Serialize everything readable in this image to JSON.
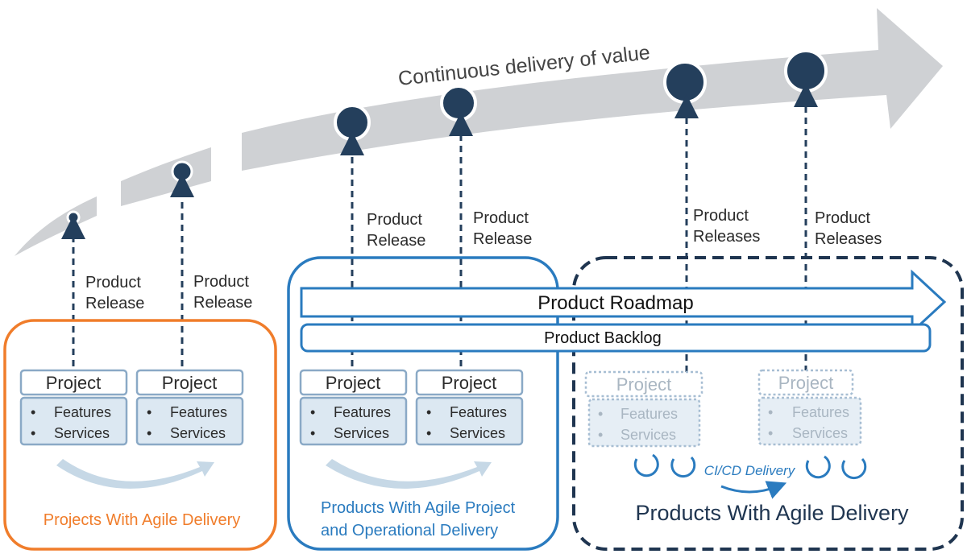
{
  "arrow_title": "Continuous delivery of value",
  "release_labels": {
    "r1": [
      "Product",
      "Release"
    ],
    "r2": [
      "Product",
      "Release"
    ],
    "r3": [
      "Product",
      "Release"
    ],
    "r4": [
      "Product",
      "Release"
    ],
    "r5": [
      "Product",
      "Releases"
    ],
    "r6": [
      "Product",
      "Releases"
    ]
  },
  "roadmap_label": "Product Roadmap",
  "backlog_label": "Product Backlog",
  "project_label": "Project",
  "bullets": [
    "Features",
    "Services"
  ],
  "cicd_label": "CI/CD Delivery",
  "groups": {
    "orange": {
      "title": "Projects With Agile Delivery",
      "color": "#f07d2b"
    },
    "blue": {
      "title_lines": [
        "Products With Agile Project",
        "and Operational Delivery"
      ],
      "color": "#2a7bbf"
    },
    "dark": {
      "title": "Products With Agile Delivery",
      "color": "#1f3550"
    }
  },
  "colors": {
    "arrow_gray": "#cfd1d4",
    "node_dark": "#243f5c",
    "box_fill": "#dce8f2",
    "box_border": "#8aa9c6",
    "swoosh": "#c6d8e6"
  }
}
